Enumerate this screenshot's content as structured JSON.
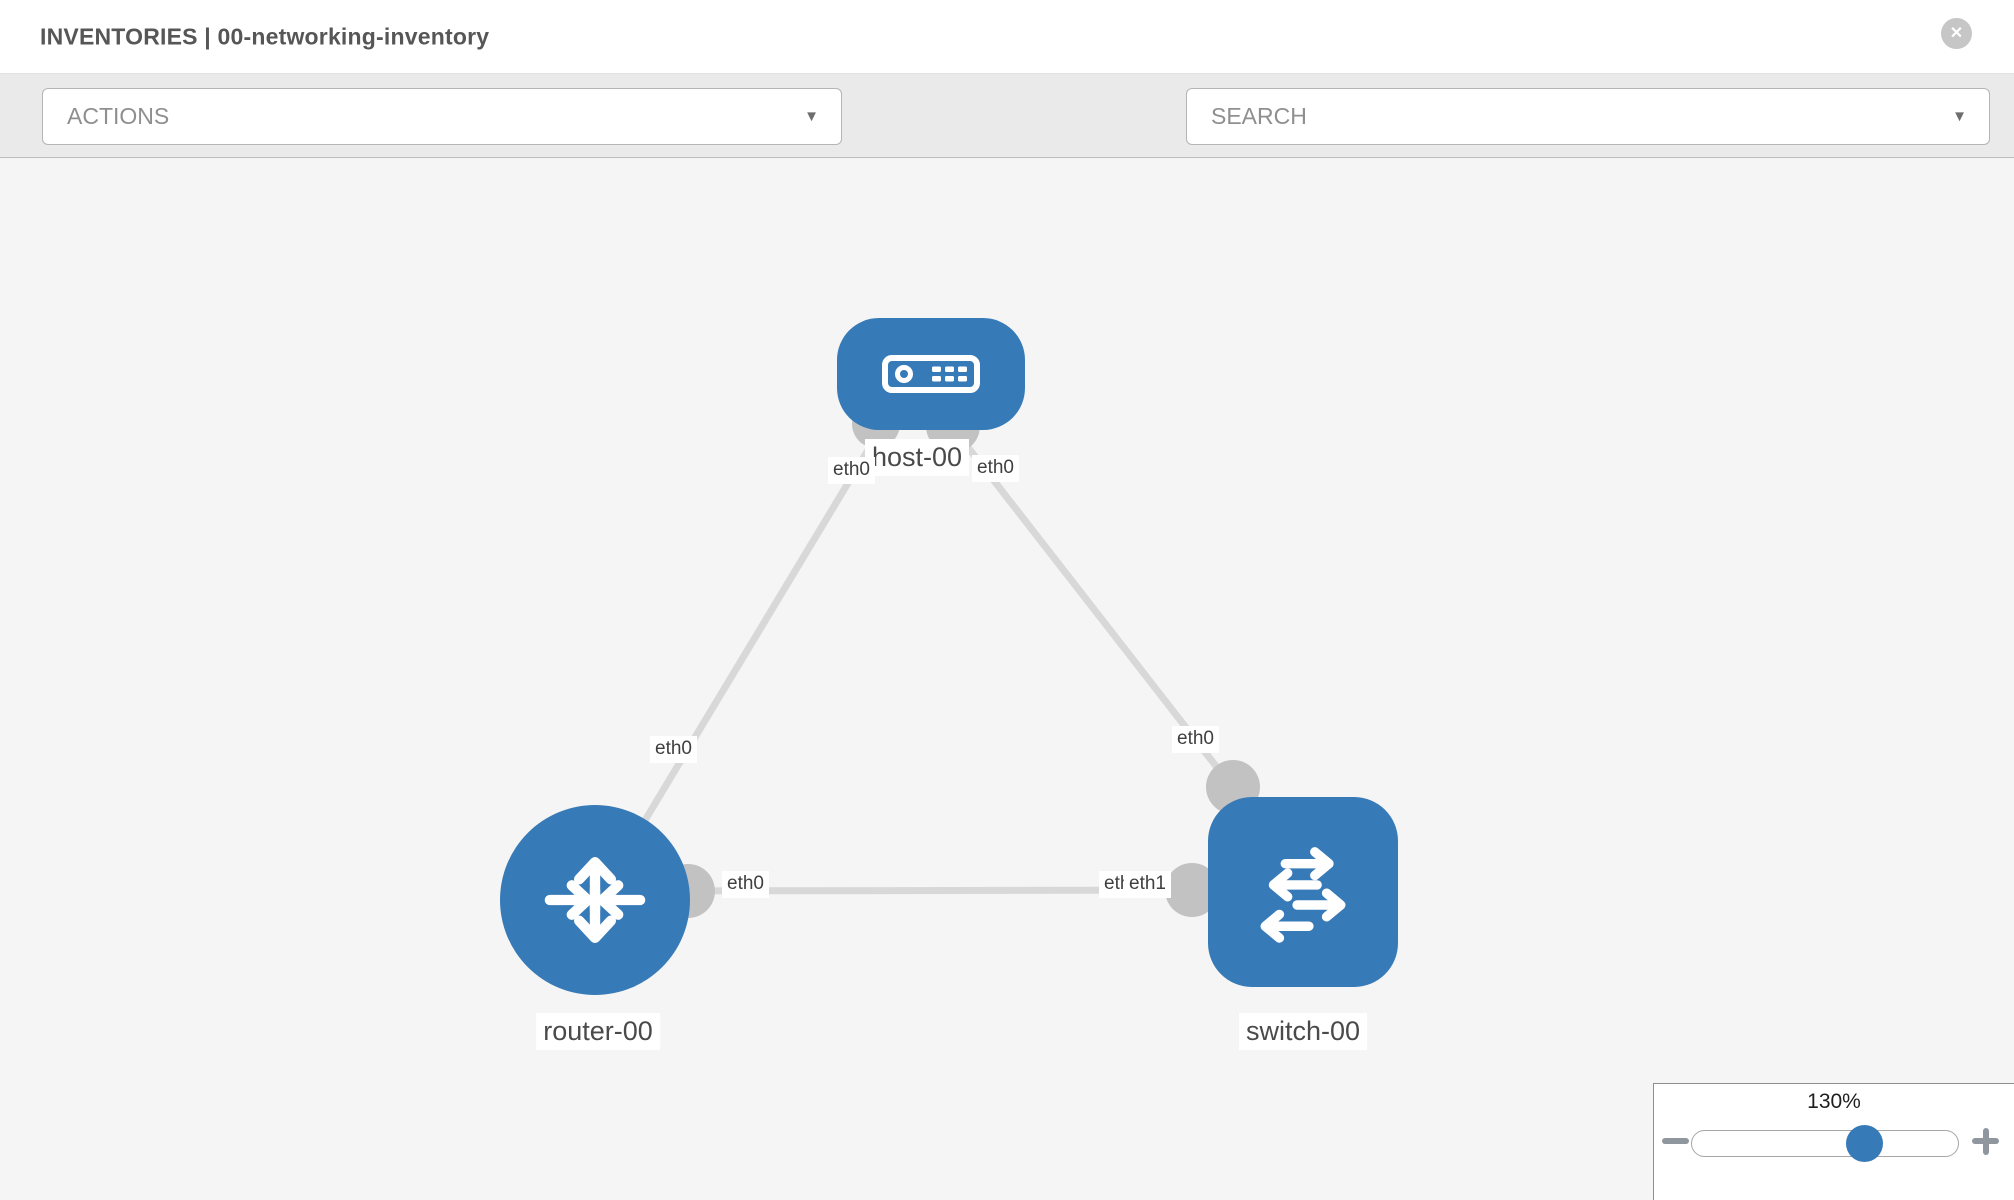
{
  "header": {
    "title": "INVENTORIES | 00-networking-inventory"
  },
  "toolbar": {
    "actions_label": "ACTIONS",
    "search_label": "SEARCH"
  },
  "icons": {
    "caret": "▼",
    "close": "✕",
    "wrench": "wrench-icon",
    "key": "key-icon"
  },
  "topology": {
    "nodes": [
      {
        "id": "host-00",
        "label": "host-00",
        "type": "host"
      },
      {
        "id": "router-00",
        "label": "router-00",
        "type": "router"
      },
      {
        "id": "switch-00",
        "label": "switch-00",
        "type": "switch"
      }
    ],
    "links": [
      {
        "source": "host-00",
        "target": "router-00",
        "source_interface": "eth0",
        "target_interface": "eth0"
      },
      {
        "source": "host-00",
        "target": "switch-00",
        "source_interface": "eth0",
        "target_interface": "eth0"
      },
      {
        "source": "router-00",
        "target": "switch-00",
        "source_interface": "eth0",
        "target_interface": "eth1"
      }
    ],
    "switch_overlap_label_under": "eth0"
  },
  "zoom": {
    "level": "130%"
  },
  "colors": {
    "node_fill": "#377ab8",
    "link": "#d8d8d8",
    "interface_dot": "#c2c2c2",
    "canvas_bg": "#f5f5f5",
    "toolbar_bg": "#eaeaea",
    "slider_thumb": "#377ab8"
  }
}
